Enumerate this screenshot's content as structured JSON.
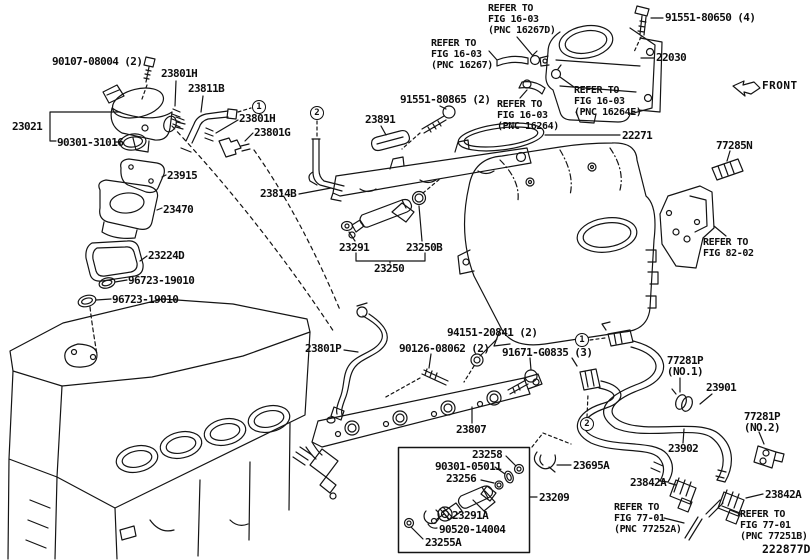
{
  "diagram": {
    "doc_code": "222877D",
    "front_label": "FRONT",
    "colors": {
      "ink": "#141414",
      "paper": "#ffffff"
    },
    "callouts": [
      "1",
      "2",
      "1",
      "2"
    ],
    "labels": [
      {
        "text": "90107-08004 (2)"
      },
      {
        "text": "23801H"
      },
      {
        "text": "23811B"
      },
      {
        "text": "23021"
      },
      {
        "text": "23801H"
      },
      {
        "text": "23801G"
      },
      {
        "text": "90301-31016"
      },
      {
        "text": "23915"
      },
      {
        "text": "23470"
      },
      {
        "text": "23224D"
      },
      {
        "text": "96723-19010"
      },
      {
        "text": "96723-19010"
      },
      {
        "text": "91551-80865 (2)"
      },
      {
        "text": "23891"
      },
      {
        "text": "23814B"
      },
      {
        "text": "23291"
      },
      {
        "text": "23250B"
      },
      {
        "text": "23250"
      },
      {
        "text": "91551-80650 (4)"
      },
      {
        "text": "22030"
      },
      {
        "text": "22271"
      },
      {
        "text": "77285N"
      },
      {
        "text": "23801P"
      },
      {
        "text": "94151-20841 (2)"
      },
      {
        "text": "90126-08062 (2)"
      },
      {
        "text": "91671-G0835 (3)"
      },
      {
        "text": "23807"
      },
      {
        "text": "23258"
      },
      {
        "text": "90301-05011"
      },
      {
        "text": "23256"
      },
      {
        "text": "23291A"
      },
      {
        "text": "90520-14004"
      },
      {
        "text": "23255A"
      },
      {
        "text": "23209"
      },
      {
        "text": "23695A"
      },
      {
        "text": "23901"
      },
      {
        "text": "23902"
      },
      {
        "text": "23842A"
      },
      {
        "text": "23842A"
      },
      {
        "text": "77281P\n(NO.1)"
      },
      {
        "text": "77281P\n(NO.2)"
      }
    ],
    "ref_notes": [
      {
        "text": "REFER TO\nFIG 16-03\n(PNC 16267D)"
      },
      {
        "text": "REFER TO\nFIG 16-03\n(PNC 16267)"
      },
      {
        "text": "REFER TO\nFIG 16-03\n(PNC 16264E)"
      },
      {
        "text": "REFER TO\nFIG 16-03\n(PNC 16264)"
      },
      {
        "text": "REFER TO\nFIG 82-02"
      },
      {
        "text": "REFER TO\nFIG 77-01\n(PNC 77252A)"
      },
      {
        "text": "REFER TO\nFIG 77-01\n(PNC 77251B)"
      }
    ]
  }
}
